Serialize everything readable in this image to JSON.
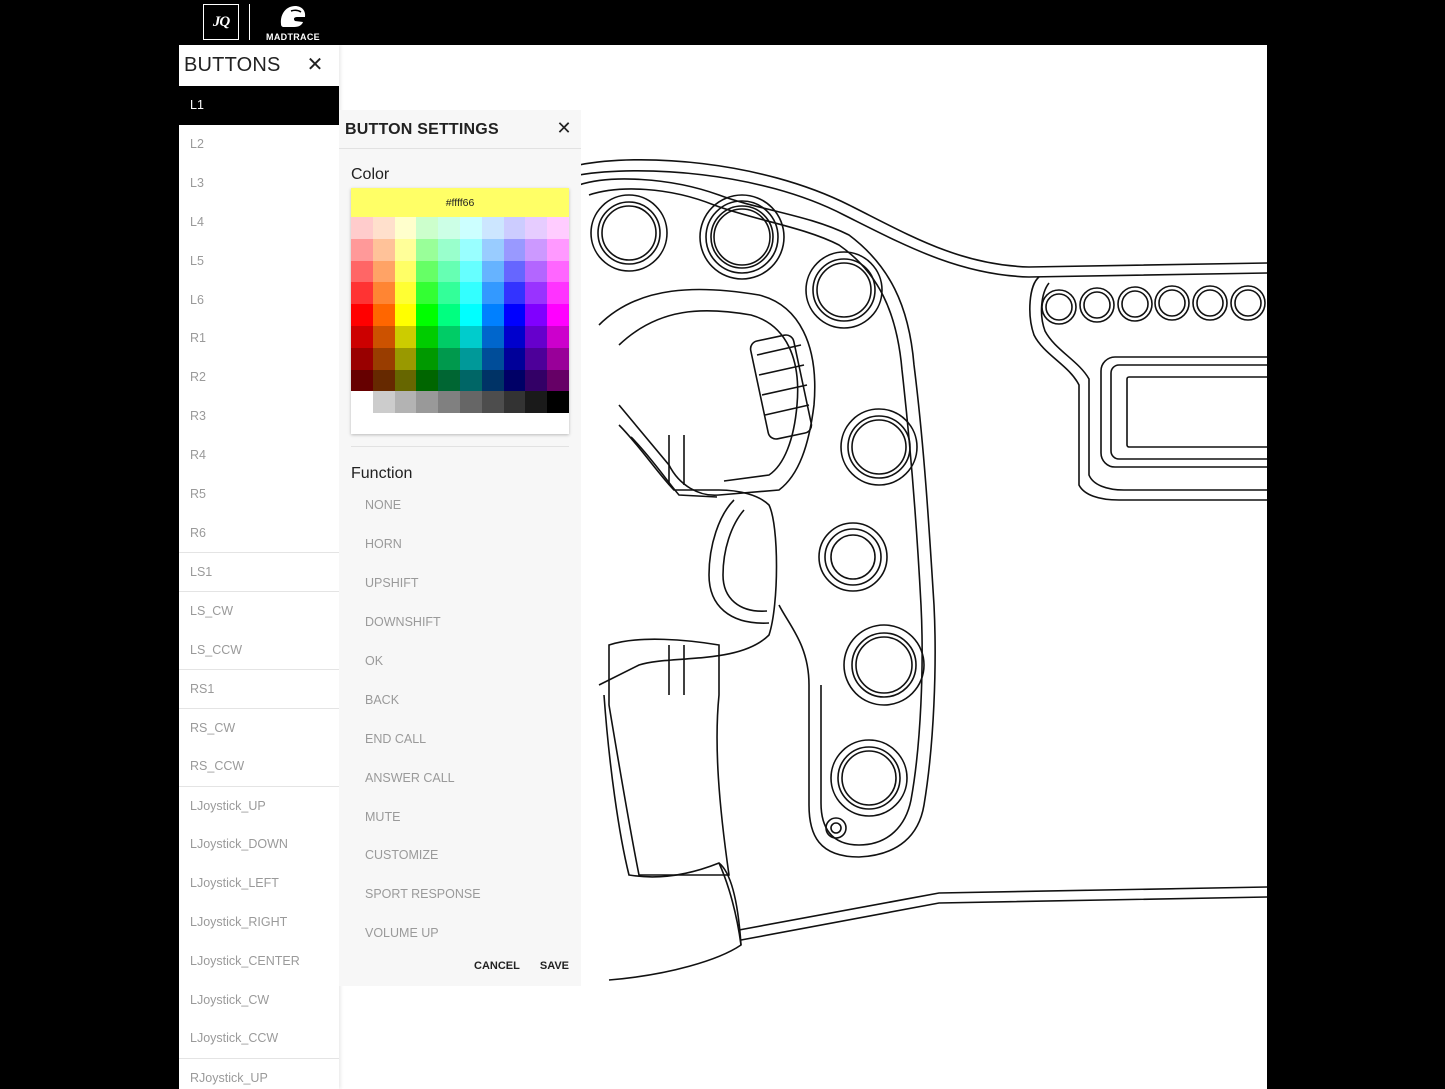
{
  "brand": {
    "left_logo": "JQ",
    "right_logo": "MADTRACE"
  },
  "sidebar": {
    "title": "BUTTONS",
    "close_icon": "close-icon",
    "items": [
      {
        "label": "L1",
        "active": true
      },
      {
        "label": "L2"
      },
      {
        "label": "L3"
      },
      {
        "label": "L4"
      },
      {
        "label": "L5"
      },
      {
        "label": "L6"
      },
      {
        "label": "R1"
      },
      {
        "label": "R2"
      },
      {
        "label": "R3"
      },
      {
        "label": "R4"
      },
      {
        "label": "R5"
      },
      {
        "label": "R6"
      },
      {
        "label": "LS1",
        "divider": true
      },
      {
        "label": "LS_CW",
        "divider": true
      },
      {
        "label": "LS_CCW"
      },
      {
        "label": "RS1",
        "divider": true
      },
      {
        "label": "RS_CW",
        "divider": true
      },
      {
        "label": "RS_CCW"
      },
      {
        "label": "LJoystick_UP",
        "divider": true
      },
      {
        "label": "LJoystick_DOWN"
      },
      {
        "label": "LJoystick_LEFT"
      },
      {
        "label": "LJoystick_RIGHT"
      },
      {
        "label": "LJoystick_CENTER"
      },
      {
        "label": "LJoystick_CW"
      },
      {
        "label": "LJoystick_CCW"
      },
      {
        "label": "RJoystick_UP",
        "divider": true
      }
    ]
  },
  "settings": {
    "title": "BUTTON SETTINGS",
    "close_icon": "close-icon",
    "color_label": "Color",
    "selected_color": "#ffff66",
    "function_label": "Function",
    "functions": [
      "NONE",
      "HORN",
      "UPSHIFT",
      "DOWNSHIFT",
      "OK",
      "BACK",
      "END CALL",
      "ANSWER CALL",
      "MUTE",
      "CUSTOMIZE",
      "SPORT RESPONSE",
      "VOLUME UP"
    ],
    "cancel_label": "CANCEL",
    "save_label": "SAVE"
  },
  "palette": [
    [
      "#ffcccc",
      "#ffe0cc",
      "#ffffcc",
      "#ccffcc",
      "#ccffe6",
      "#ccffff",
      "#cce6ff",
      "#ccccff",
      "#e6ccff",
      "#ffccff"
    ],
    [
      "#ff9999",
      "#ffc299",
      "#ffff99",
      "#99ff99",
      "#99ffcc",
      "#99ffff",
      "#99ccff",
      "#9999ff",
      "#cc99ff",
      "#ff99ff"
    ],
    [
      "#ff6666",
      "#ffa366",
      "#ffff66",
      "#66ff66",
      "#66ffb3",
      "#66ffff",
      "#66b3ff",
      "#6666ff",
      "#b366ff",
      "#ff66ff"
    ],
    [
      "#ff3333",
      "#ff8533",
      "#ffff33",
      "#33ff33",
      "#33ff99",
      "#33ffff",
      "#3399ff",
      "#3333ff",
      "#9933ff",
      "#ff33ff"
    ],
    [
      "#ff0000",
      "#ff6600",
      "#ffff00",
      "#00ff00",
      "#00ff80",
      "#00ffff",
      "#0080ff",
      "#0000ff",
      "#8000ff",
      "#ff00ff"
    ],
    [
      "#cc0000",
      "#cc5200",
      "#cccc00",
      "#00cc00",
      "#00cc66",
      "#00cccc",
      "#0066cc",
      "#0000cc",
      "#6600cc",
      "#cc00cc"
    ],
    [
      "#990000",
      "#993d00",
      "#999900",
      "#009900",
      "#00994d",
      "#009999",
      "#004d99",
      "#000099",
      "#4d0099",
      "#990099"
    ],
    [
      "#660000",
      "#662900",
      "#666600",
      "#006600",
      "#006633",
      "#006666",
      "#003366",
      "#000066",
      "#330066",
      "#660066"
    ],
    [
      "#ffffff",
      "#cccccc",
      "#b3b3b3",
      "#999999",
      "#808080",
      "#666666",
      "#4d4d4d",
      "#333333",
      "#1a1a1a",
      "#000000"
    ]
  ]
}
